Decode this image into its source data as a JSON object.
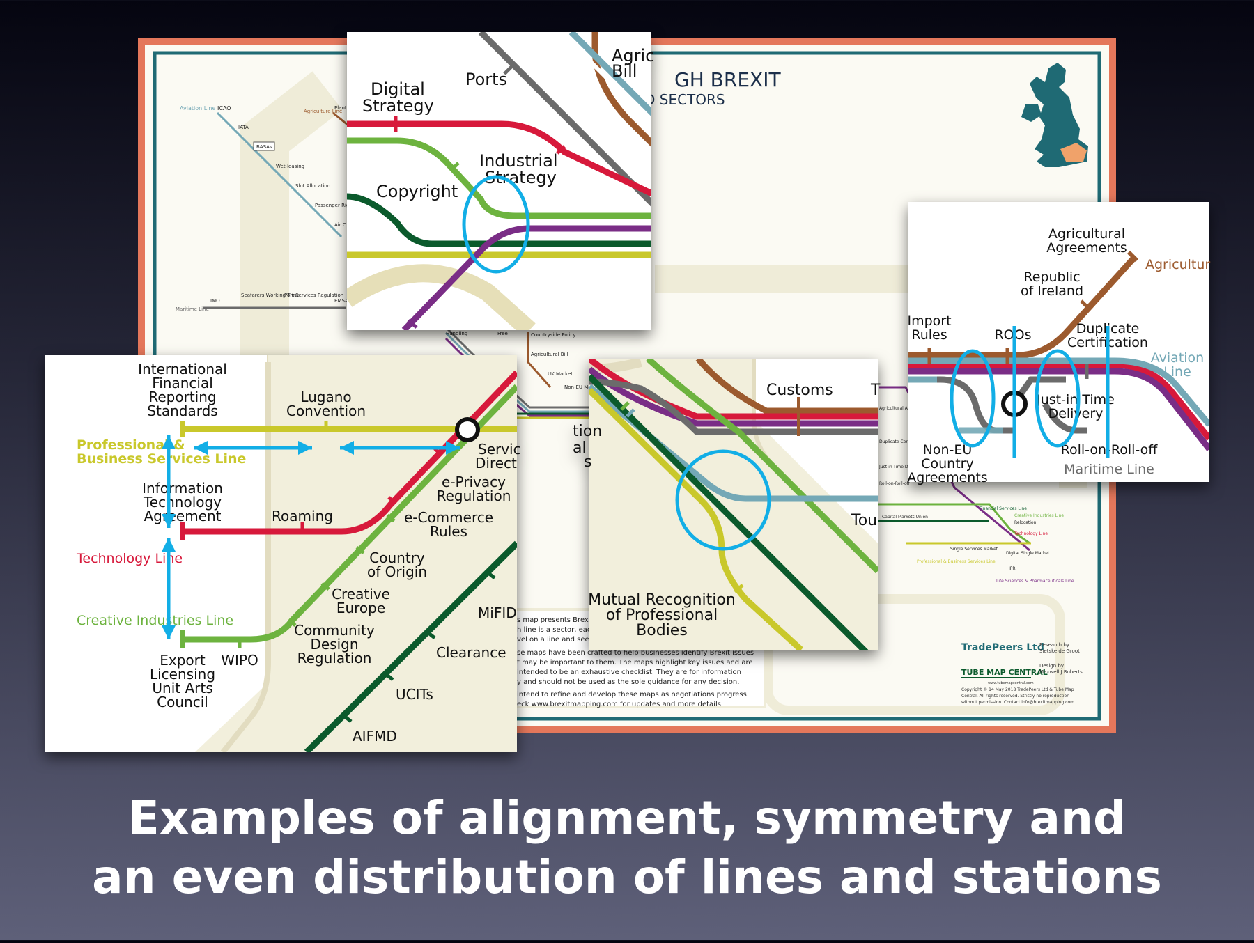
{
  "caption": {
    "line1": "Examples of alignment, symmetry and",
    "line2": "an even distribution of lines and stations"
  },
  "background_poster": {
    "title": "GH BREXIT",
    "subtitle": "D SECTORS",
    "lines": {
      "aviation": "Aviation Line",
      "agriculture": "Agriculture Line",
      "maritime": "Maritime Line",
      "financial_services": "Financial Services Line",
      "creative": "Creative Industries Line",
      "technology": "Technology Line",
      "professional": "Professional & Business Services Line",
      "life_sciences": "Life Sciences & Pharmaceuticals Line"
    },
    "stations": {
      "icao": "ICAO",
      "iata": "IATA",
      "basas": "BASAs",
      "wet_leasing": "Wet-leasing",
      "slot_allocation": "Slot Allocation",
      "passenger_rights": "Passenger Rig",
      "air": "Air C",
      "plant": "Plant",
      "imo": "IMO",
      "seafarers": "Seafarers Working Time",
      "port_services": "Port Services Regulation",
      "emsa": "EMSA",
      "handling": "Handling",
      "free": "Free",
      "countryside": "Countryside Policy",
      "agricultural_bill": "Agricultural Bill",
      "uk_market": "UK Market",
      "non_eu_market": "Non-EU Market",
      "relocation": "Relocation",
      "single_services": "Single Services Market",
      "digital_single": "Digital Single Market",
      "ipr": "IPR",
      "capital_markets": "Capital Markets Union",
      "agricultural_agreements": "Agricultural Agreements",
      "duplicate_cert": "Duplicate Certification",
      "just_in_time": "Just-in-Time Delivery",
      "roll_on_off": "Roll-on-Roll-off"
    },
    "notes": [
      "s map presents Brexit",
      "h line is a sector, each",
      "vel on a line and see h",
      "se maps have been crafted to help businesses identify Brexit issues",
      "t may be important to them. The maps highlight key issues and are",
      "intended to be an exhaustive checklist. They are for information",
      "y and should not be used as the sole guidance for any decision.",
      "intend to refine and develop these maps as negotiations progress.",
      "eck www.brexitmapping.com for updates and more details."
    ],
    "tradepeers": "TradePeers Ltd",
    "research_by": "Research by",
    "researcher": "Sietske de Groot",
    "tube_map": "TUBE MAP CENTRAL",
    "tube_map_url": "www.tubemapcentral.com",
    "design_by": "Design by",
    "designer": "Maxwell J Roberts",
    "copyright": [
      "Copyright © 14 May 2018 TradePeers Ltd & Tube Map",
      "Central. All rights reserved. Strictly no reproduction",
      "without permission. Contact info@brexitmapping.com"
    ]
  },
  "panel_top": {
    "stations": {
      "agric": "Agric",
      "bill": "Bill",
      "ports": "Ports",
      "digital": "Digital",
      "strategy": "Strategy",
      "industrial": "Industrial",
      "strategy2": "Strategy",
      "copyright": "Copyright"
    }
  },
  "panel_left": {
    "stations": {
      "ifrs": [
        "International",
        "Financial",
        "Reporting",
        "Standards"
      ],
      "lugano": [
        "Lugano",
        "Convention"
      ],
      "services": [
        "Servic",
        "Direct"
      ],
      "eprivacy": [
        "e-Privacy",
        "Regulation"
      ],
      "ita": [
        "Information",
        "Technology",
        "Agreement"
      ],
      "roaming": "Roaming",
      "ecommerce": [
        "e-Commerce",
        "Rules"
      ],
      "origin": [
        "Country",
        "of Origin"
      ],
      "creative_europe": [
        "Creative",
        "Europe"
      ],
      "community_design": [
        "Community",
        "Design",
        "Regulation"
      ],
      "export": [
        "Export",
        "Licensing",
        "Unit Arts",
        "Council"
      ],
      "wipo": "WIPO",
      "mifid": "MiFID",
      "clearance": "Clearance",
      "ucits": "UCITs",
      "aifmd": "AIFMD"
    },
    "lines": {
      "professional": [
        "Professional &",
        "Business Services Line"
      ],
      "technology": "Technology Line",
      "creative": "Creative Industries Line"
    }
  },
  "panel_center": {
    "stations": {
      "customs": "Customs",
      "t": "T",
      "tou": "Tou",
      "mrpb": [
        "Mutual Recognition",
        "of Professional",
        "Bodies"
      ],
      "tion": "tion",
      "al": "al",
      "s": "s"
    }
  },
  "panel_right": {
    "stations": {
      "agri_agreements": [
        "Agricultural",
        "Agreements"
      ],
      "agricultur": "Agricultur",
      "republic": [
        "Republic",
        "of Ireland"
      ],
      "import": [
        "Import",
        "Rules"
      ],
      "roos": "ROOs",
      "duplicate": [
        "Duplicate",
        "Certification"
      ],
      "aviation": [
        "Aviation",
        "Line"
      ],
      "jit": [
        "Just-in Time",
        "Delivery"
      ],
      "non_eu": [
        "Non-EU",
        "Country",
        "Agreements"
      ],
      "roro": "Roll-on-Roll-off",
      "maritime": "Maritime Line"
    }
  },
  "colors": {
    "red": "#d7193b",
    "green": "#6db33f",
    "dark_green": "#0b5a2c",
    "yellow": "#c9c82b",
    "purple": "#7a2d86",
    "teal": "#74a8b6",
    "grey": "#6b6b6b",
    "brown": "#9c5a2e",
    "annotation_blue": "#12aee6",
    "poster_border": "#e4775b",
    "poster_inner_border": "#1f6a74",
    "poster_bg": "#fbfaf3",
    "zone": "#efecd8"
  }
}
